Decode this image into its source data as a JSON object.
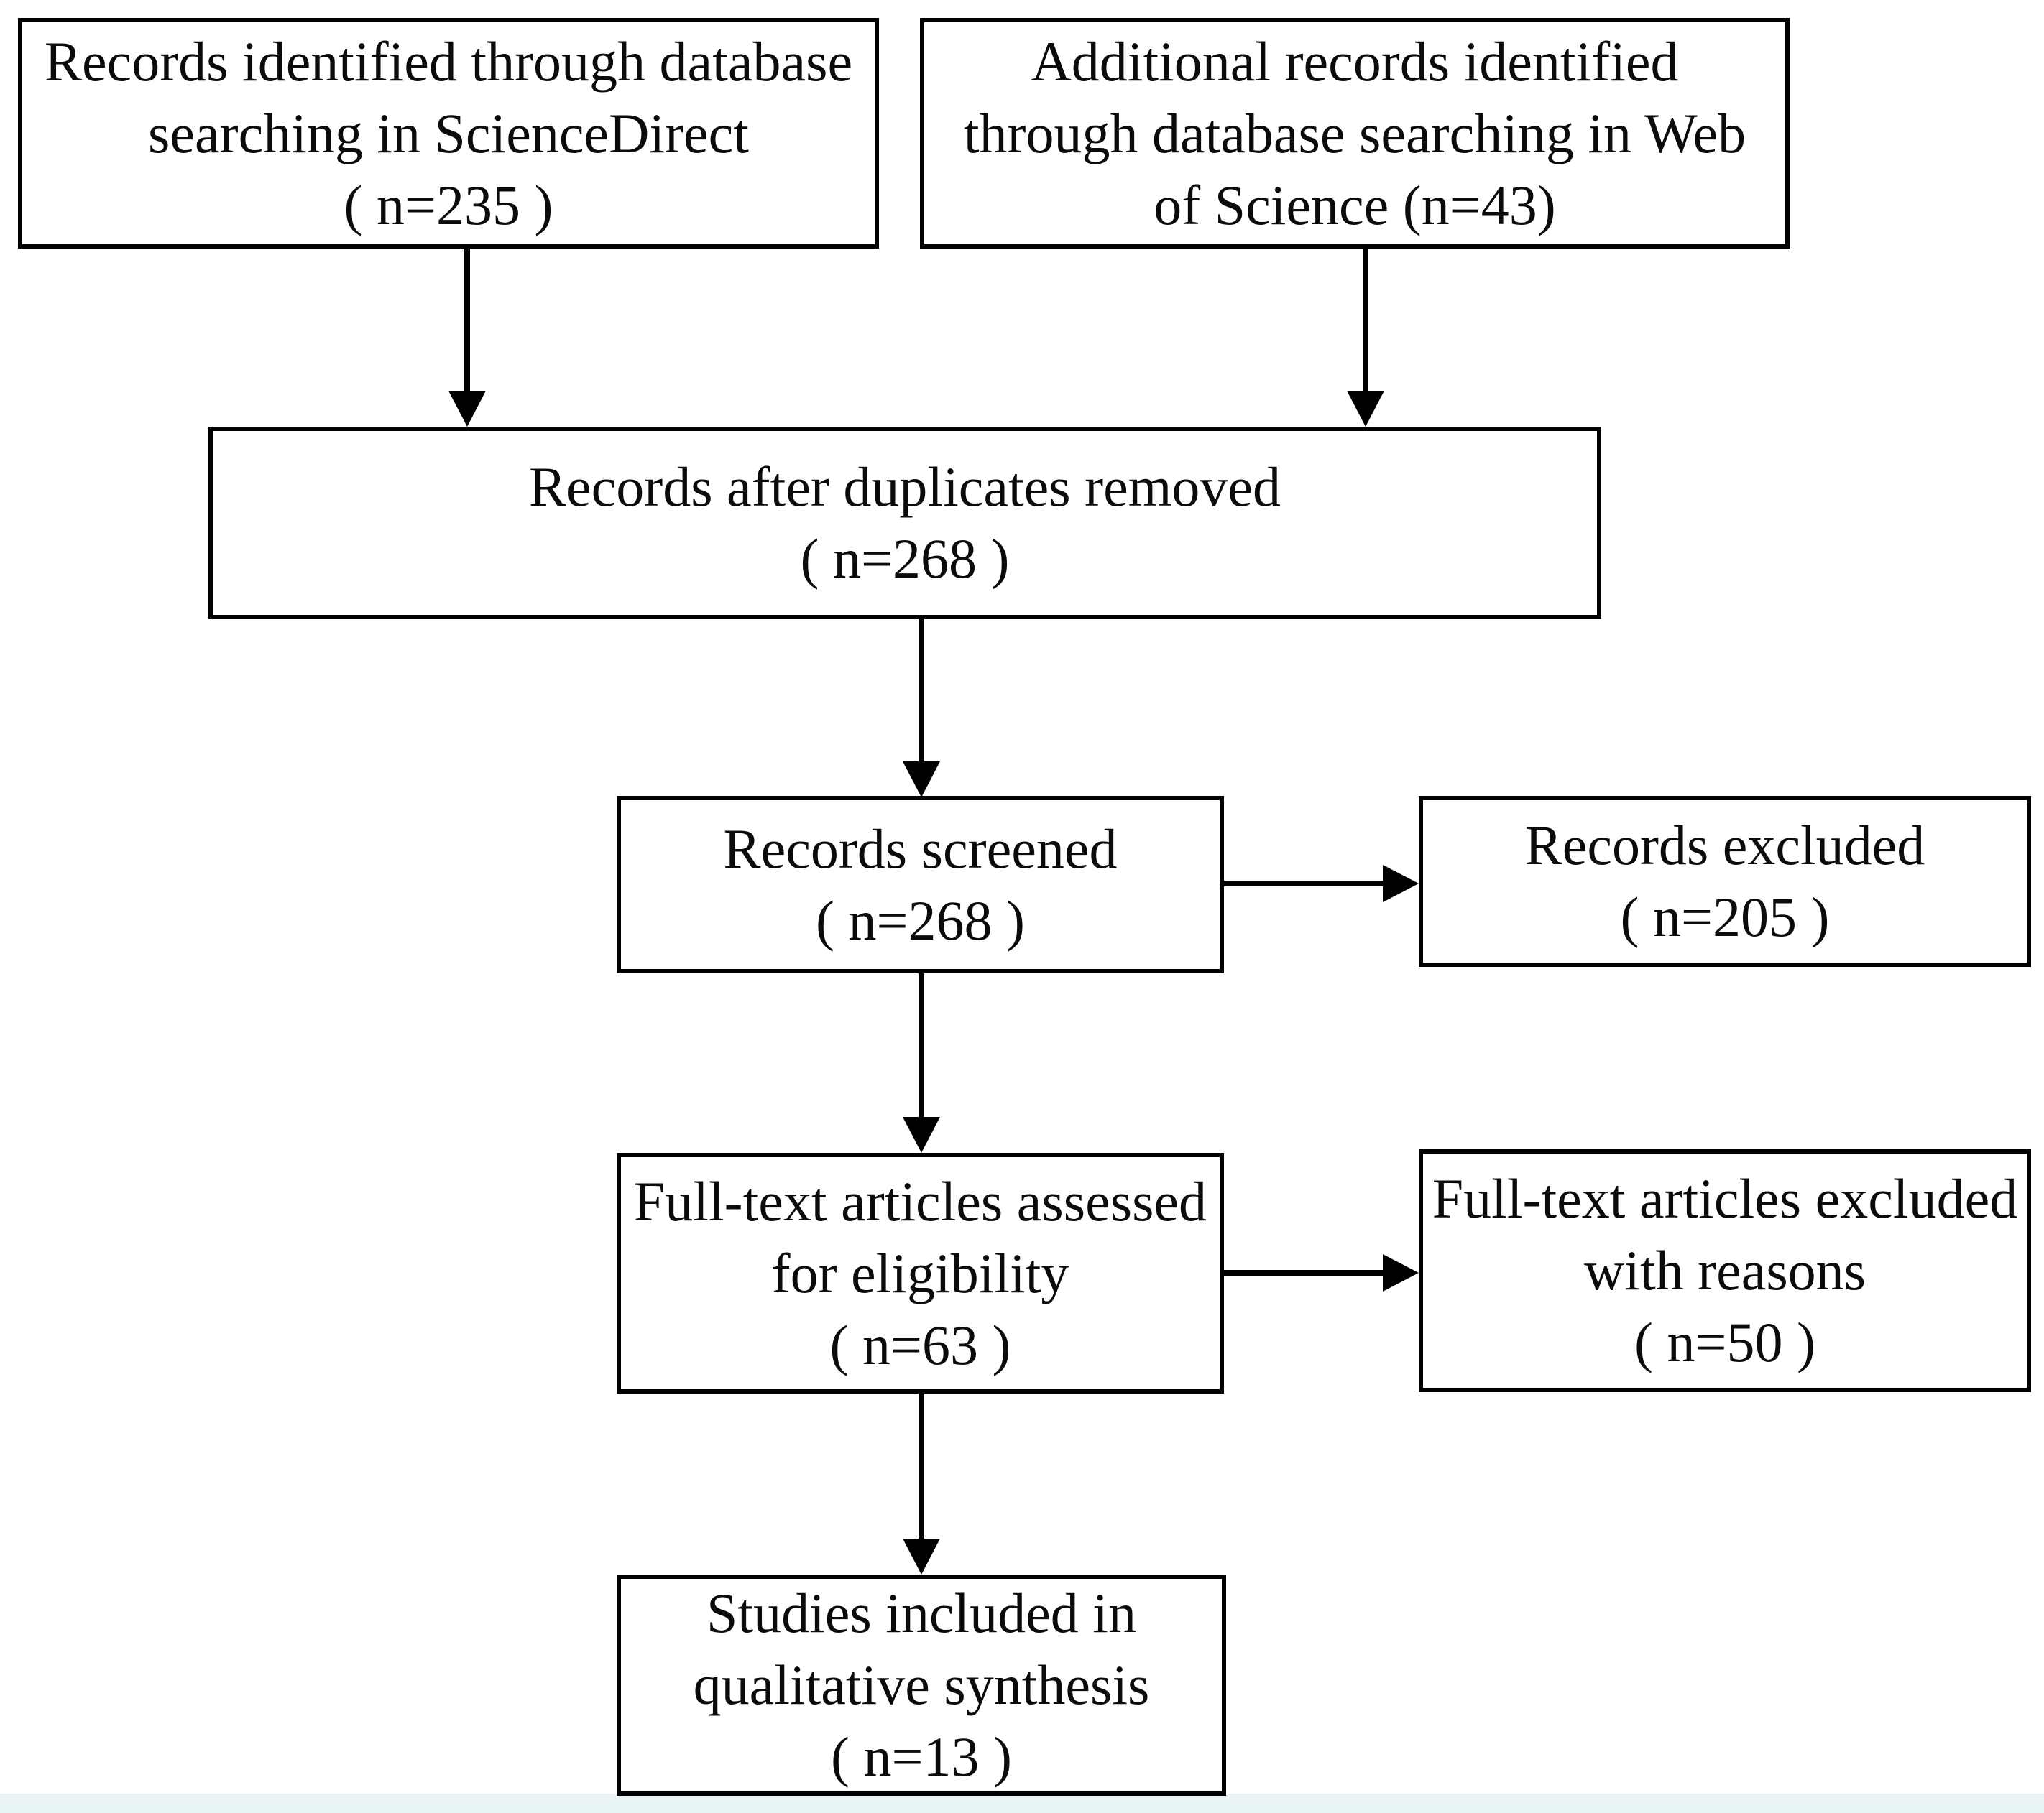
{
  "boxes": {
    "source_sciencedirect": {
      "line1": "Records identified through database",
      "line2": "searching in ScienceDirect",
      "line3": "( n=235 )"
    },
    "source_web_of_science": {
      "line1": "Additional records identified",
      "line2": "through database searching in Web",
      "line3": "of Science (n=43)"
    },
    "duplicates_removed": {
      "line1": "Records after duplicates removed",
      "line2": "( n=268 )"
    },
    "records_screened": {
      "line1": "Records screened",
      "line2": "( n=268 )"
    },
    "records_excluded": {
      "line1": "Records excluded",
      "line2": "( n=205 )"
    },
    "fulltext_assessed": {
      "line1": "Full-text articles assessed",
      "line2": "for eligibility",
      "line3": "( n=63 )"
    },
    "fulltext_excluded": {
      "line1": "Full-text articles excluded",
      "line2": "with reasons",
      "line3": "( n=50 )"
    },
    "studies_included": {
      "line1": "Studies included in",
      "line2": "qualitative synthesis",
      "line3": "( n=13 )"
    }
  },
  "counts": {
    "sciencedirect": 235,
    "web_of_science": 43,
    "after_duplicates": 268,
    "screened": 268,
    "excluded": 205,
    "fulltext_assessed": 63,
    "fulltext_excluded": 50,
    "included_qualitative": 13
  },
  "colors": {
    "border": "#000000",
    "text": "#0b0b0b",
    "background": "#ffffff",
    "arrow": "#000000",
    "bottom_strip": "#e8f4f6"
  }
}
